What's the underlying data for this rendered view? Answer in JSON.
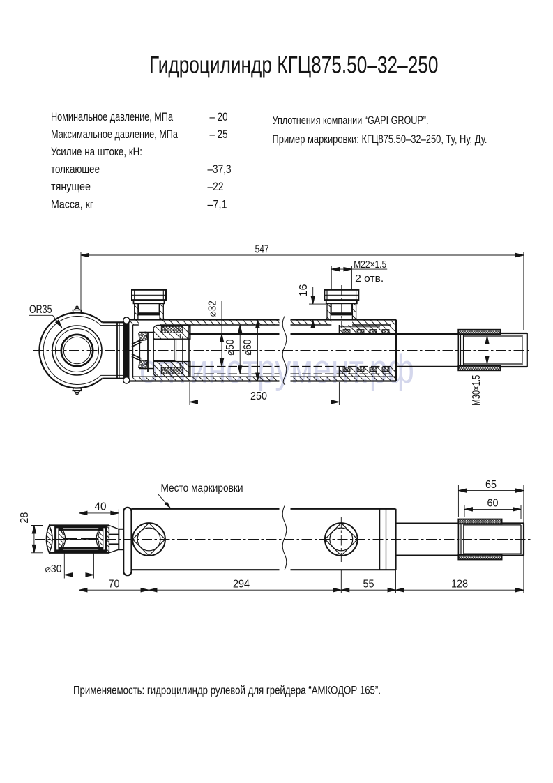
{
  "page": {
    "background": "#ffffff",
    "ink_color": "#141414",
    "watermark_color": "#d4d7ec"
  },
  "title": "Гидроцилиндр КГЦ875.50–32–250",
  "specs": {
    "rows": [
      {
        "label": "Номинальное давление, МПа",
        "value": "– 20"
      },
      {
        "label": "Максимальное давление, МПа",
        "value": "– 25"
      },
      {
        "label": "Усилие на штоке, кН:",
        "value": ""
      },
      {
        "label": "толкающее",
        "value": "–37,3"
      },
      {
        "label": "тянущее",
        "value": "–22"
      },
      {
        "label": "Масса, кг",
        "value": "–7,1"
      }
    ]
  },
  "notes": {
    "seals": "Уплотнения компании “GAPI GROUP”.",
    "marking_example": "Пример маркировки: КГЦ875.50–32–250, Ту, Ну, Ду."
  },
  "watermark": "оптинструмент.рф",
  "application": "Применяемость: гидроцилиндр рулевой для грейдера “АМКОДОР 165”.",
  "drawing": {
    "side_view": {
      "overall_length": "547",
      "port_thread": "M22×1.5",
      "port_count": "2 отв.",
      "port_boss_height": "16",
      "rod_diameter": "⌀32",
      "bore_diameter": "⌀50",
      "barrel_outer_diameter": "⌀60",
      "stroke": "250",
      "rod_eye_bearing": "OR35",
      "rod_end_thread": "M30×1.5"
    },
    "top_view": {
      "marking_label": "Место маркировки",
      "rod_end_length": "65",
      "thread_length": "60",
      "eye_center_to_plate": "40",
      "eye_width": "28",
      "eye_bore_diameter": "⌀30",
      "eye_to_port": "70",
      "port_spacing": "294",
      "port_to_barrel_end": "55",
      "rod_extension": "128"
    }
  }
}
